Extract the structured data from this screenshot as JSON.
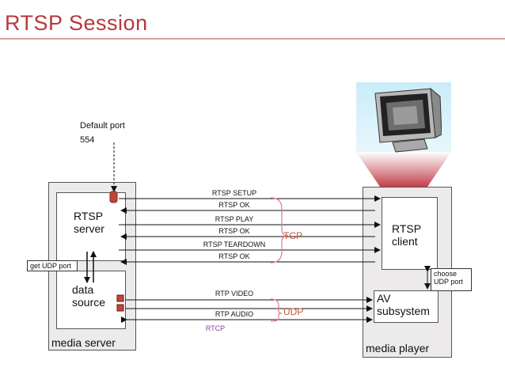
{
  "title": "RTSP Session",
  "default_port": {
    "line1": "Default port",
    "line2": "554"
  },
  "media_server": {
    "label": "media server",
    "rtsp_server": {
      "line1": "RTSP",
      "line2": "server"
    },
    "data_source": {
      "line1": "data",
      "line2": "source"
    },
    "get_udp_port": "get UDP port"
  },
  "media_player": {
    "label": "media player",
    "rtsp_client": {
      "line1": "RTSP",
      "line2": "client"
    },
    "av_subsystem": {
      "line1": "AV",
      "line2": "subsystem"
    },
    "choose_udp_port": {
      "line1": "choose",
      "line2": "UDP port"
    }
  },
  "messages": {
    "setup": "RTSP SETUP",
    "ok1": "RTSP OK",
    "play": "RTSP PLAY",
    "ok2": "RTSP OK",
    "teardown": "RTSP TEARDOWN",
    "ok3": "RTSP OK",
    "video": "RTP VIDEO",
    "audio": "RTP AUDIO",
    "rtcp": "RTCP"
  },
  "protocols": {
    "tcp": "TCP",
    "udp": "UDP"
  },
  "colors": {
    "title": "#b6383d",
    "protocol": "#c9543d",
    "rtcp": "#8e3fa8",
    "port_marker": "#c0453a"
  },
  "monitor_icon": "crt-monitor-icon"
}
